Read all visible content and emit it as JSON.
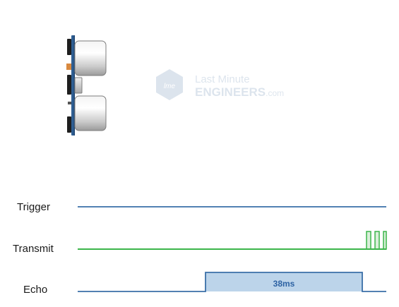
{
  "watermark": {
    "line1": "Last Minute",
    "line2": "ENGINEERS",
    "suffix": ".com",
    "logo_text": "lme"
  },
  "signals": [
    {
      "label": "Trigger",
      "color": "#3a6fa8"
    },
    {
      "label": "Transmit",
      "color": "#3cb54a"
    },
    {
      "label": "Echo",
      "color": "#3a6fa8"
    }
  ],
  "echo_pulse": {
    "label": "38ms",
    "fill": "#bcd4ea",
    "text_color": "#2d62a3"
  },
  "sensor": {
    "board_color": "#2f5f93",
    "transducer_color": "#d0d0d0"
  }
}
